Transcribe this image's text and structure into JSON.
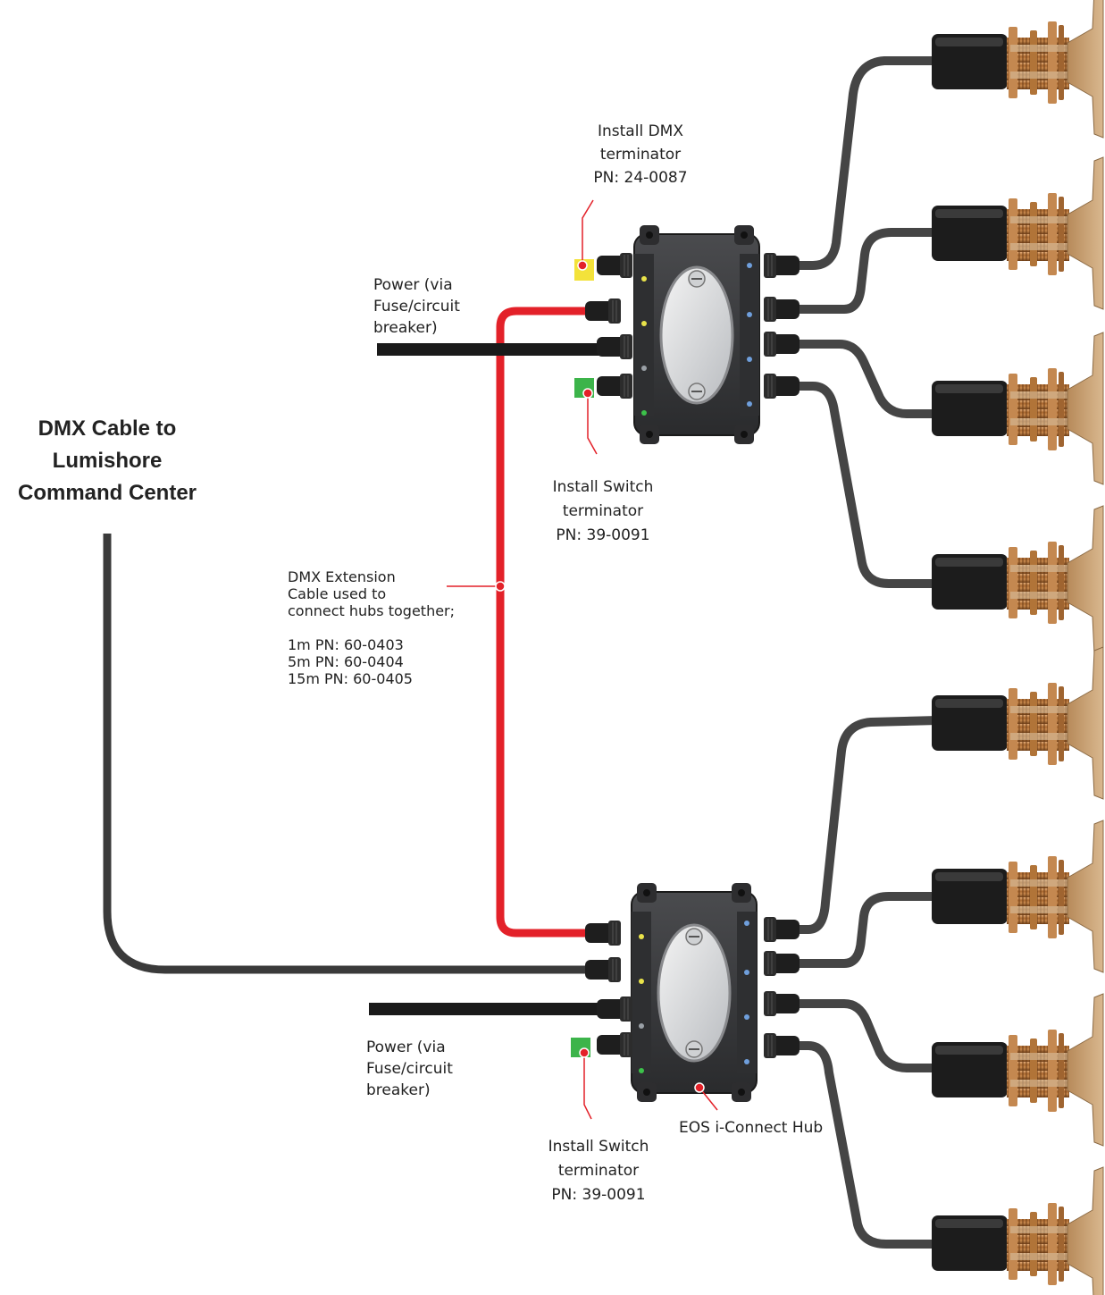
{
  "diagram": {
    "colors": {
      "dmx_extension_cable": "#e32129",
      "cable": "#222222",
      "hub_body": "#3a3b3d",
      "dmx_terminator": "#f3e23a",
      "switch_terminator": "#3cb44a",
      "callout": "#e32129",
      "light_bronze": "#a96a35"
    },
    "labels": {
      "dmx_cable_title": [
        "DMX Cable to",
        "Lumishore",
        "Command Center"
      ],
      "dmx_terminator": [
        "Install DMX",
        "terminator",
        "PN: 24-0087"
      ],
      "power_top": [
        "Power (via",
        "Fuse/circuit",
        "breaker)"
      ],
      "switch_terminator_top": [
        "Install Switch",
        "terminator",
        "PN: 39-0091"
      ],
      "dmx_extension": [
        "DMX Extension",
        "Cable used to",
        "connect hubs together;",
        "",
        "1m PN: 60-0403",
        "5m PN: 60-0404",
        "15m PN: 60-0405"
      ],
      "power_bottom": [
        "Power (via",
        "Fuse/circuit",
        "breaker)"
      ],
      "switch_terminator_bottom": [
        "Install Switch",
        "terminator",
        "PN: 39-0091"
      ],
      "hub_name": "EOS i-Connect Hub"
    },
    "components": {
      "hubs": [
        "hub-top",
        "hub-bottom"
      ],
      "lights": [
        "light-1",
        "light-2",
        "light-3",
        "light-4",
        "light-5",
        "light-6",
        "light-7",
        "light-8"
      ]
    }
  }
}
